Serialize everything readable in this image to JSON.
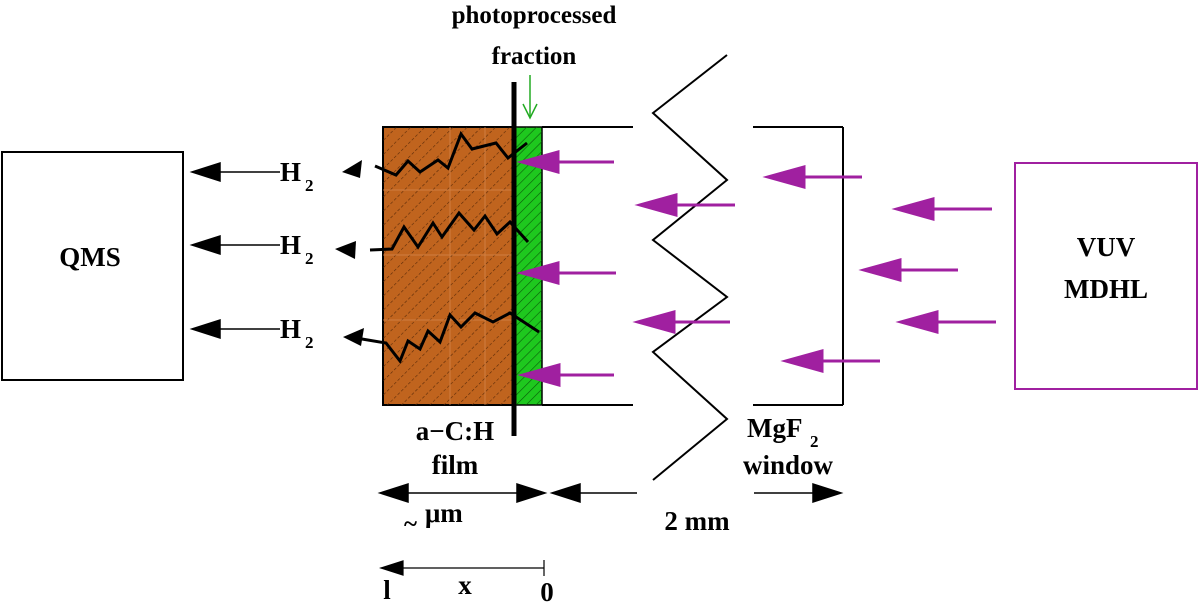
{
  "labels": {
    "qms": "QMS",
    "vuv_line1": "VUV",
    "vuv_line2": "MDHL",
    "photoprocessed_line1": "photoprocessed",
    "photoprocessed_line2": "fraction",
    "h2_main": "H",
    "h2_sub": "2",
    "film_line1": "a−C:H",
    "film_line2": "film",
    "micron_tilde": "~",
    "micron_unit": "μm",
    "distance": "2 mm",
    "window_line1_main": "MgF",
    "window_line1_sub": "2",
    "window_line2": "window",
    "axis_x": "x",
    "axis_l": "l",
    "axis_zero": "0"
  },
  "colors": {
    "film": "#c0641e",
    "film_hatch": "#5a2a08",
    "processed_layer": "#1ec81e",
    "green_arrow": "#22aa22",
    "vuv_photons": "#a020a0",
    "vuv_box": "#a020a0",
    "ink": "#000000"
  }
}
